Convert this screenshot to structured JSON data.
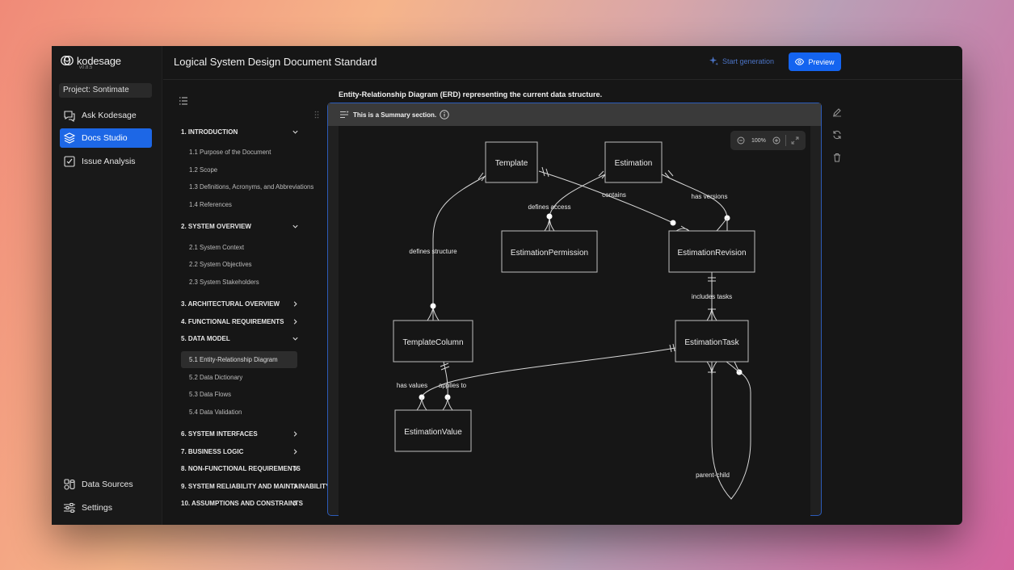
{
  "app": {
    "name": "kodesage",
    "version": "v0.8.5"
  },
  "project": {
    "label": "Project: Sontimate"
  },
  "nav": [
    {
      "label": "Ask Kodesage",
      "icon": "chat-icon"
    },
    {
      "label": "Docs Studio",
      "icon": "layers-icon",
      "active": true
    },
    {
      "label": "Issue Analysis",
      "icon": "checkbox-icon"
    }
  ],
  "nav_bottom": [
    {
      "label": "Data Sources",
      "icon": "data-sources-icon"
    },
    {
      "label": "Settings",
      "icon": "sliders-icon"
    }
  ],
  "header": {
    "title": "Logical System Design Document Standard",
    "generate_label": "Start generation",
    "preview_label": "Preview"
  },
  "outline": {
    "sections": [
      {
        "label": "1. INTRODUCTION",
        "expanded": true
      },
      {
        "label": "2. SYSTEM OVERVIEW",
        "expanded": true
      },
      {
        "label": "3. ARCHITECTURAL OVERVIEW",
        "expanded": false
      },
      {
        "label": "4. FUNCTIONAL REQUIREMENTS",
        "expanded": false
      },
      {
        "label": "5. DATA MODEL",
        "expanded": true
      },
      {
        "label": "6. SYSTEM INTERFACES",
        "expanded": false
      },
      {
        "label": "7. BUSINESS LOGIC",
        "expanded": false
      },
      {
        "label": "8. NON-FUNCTIONAL REQUIREMENTS",
        "expanded": false
      },
      {
        "label": "9. SYSTEM RELIABILITY AND MAINTAINABILITY",
        "expanded": false
      },
      {
        "label": "10. ASSUMPTIONS AND CONSTRAINTS",
        "expanded": false
      }
    ],
    "subsections": [
      {
        "label": "1.1 Purpose of the Document"
      },
      {
        "label": "1.2 Scope"
      },
      {
        "label": "1.3 Definitions, Acronyms, and Abbreviations"
      },
      {
        "label": "1.4 References"
      },
      {
        "label": "2.1 System Context"
      },
      {
        "label": "2.2 System Objectives"
      },
      {
        "label": "2.3 System Stakeholders"
      },
      {
        "label": "5.1 Entity-Relationship Diagram",
        "active": true
      },
      {
        "label": "5.2 Data Dictionary"
      },
      {
        "label": "5.3 Data Flows"
      },
      {
        "label": "5.4 Data Validation"
      }
    ]
  },
  "content": {
    "heading": "Entity-Relationship Diagram (ERD) representing the current data structure.",
    "summary_label": "This is a Summary section.",
    "zoom": "100%"
  },
  "diagram": {
    "entities": [
      "Template",
      "Estimation",
      "EstimationPermission",
      "EstimationRevision",
      "TemplateColumn",
      "EstimationTask",
      "EstimationValue"
    ],
    "relationships": [
      "defines access",
      "contains",
      "has versions",
      "defines structure",
      "includes tasks",
      "has values",
      "applies to",
      "parent-child"
    ]
  },
  "colors": {
    "accent": "#1464f0",
    "window_bg": "#161616",
    "diagram_bg": "#161616"
  }
}
